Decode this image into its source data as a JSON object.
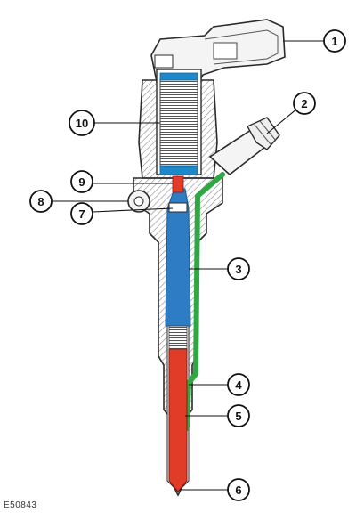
{
  "figure_id": "E50843",
  "callouts": [
    "1",
    "2",
    "3",
    "4",
    "5",
    "6",
    "7",
    "8",
    "9",
    "10"
  ],
  "colors": {
    "body_fill": "#f2f2f2",
    "body_stroke": "#2a2a2a",
    "hatch": "#8a8a8a",
    "control_chamber": "#1e88c8",
    "high_pressure": "#2e7cc4",
    "needle": "#e03c28",
    "leak_return": "#2fa844"
  }
}
